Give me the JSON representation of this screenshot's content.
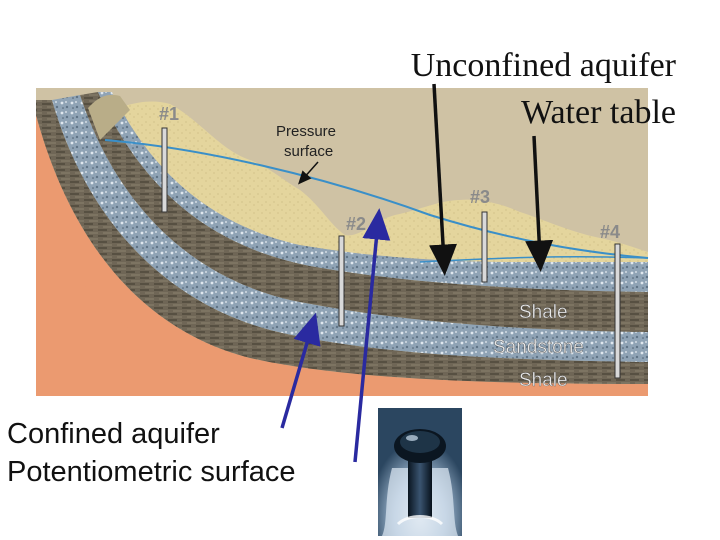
{
  "labels": {
    "unconfined_aquifer": "Unconfined aquifer",
    "water_table": "Water table",
    "confined_aquifer": "Confined aquifer",
    "potentiometric_surface": "Potentiometric surface"
  },
  "diagram": {
    "wells": [
      "#1",
      "#2",
      "#3",
      "#4"
    ],
    "pressure_surface_label_line1": "Pressure",
    "pressure_surface_label_line2": "surface",
    "layers": {
      "shale_upper": "Shale",
      "sandstone": "Sandstone",
      "shale_lower": "Shale"
    }
  },
  "colors": {
    "arrow_blue": "#2a2aa0",
    "pressure_line": "#3a8fc8",
    "sand": "#e4d59d",
    "shale": "#6f6656",
    "aquifer": "#8fa3b5",
    "orange_layer": "#eb9a70",
    "tan_layer": "#cfc2a4"
  },
  "photo": {
    "name": "artesian-well-photo"
  }
}
